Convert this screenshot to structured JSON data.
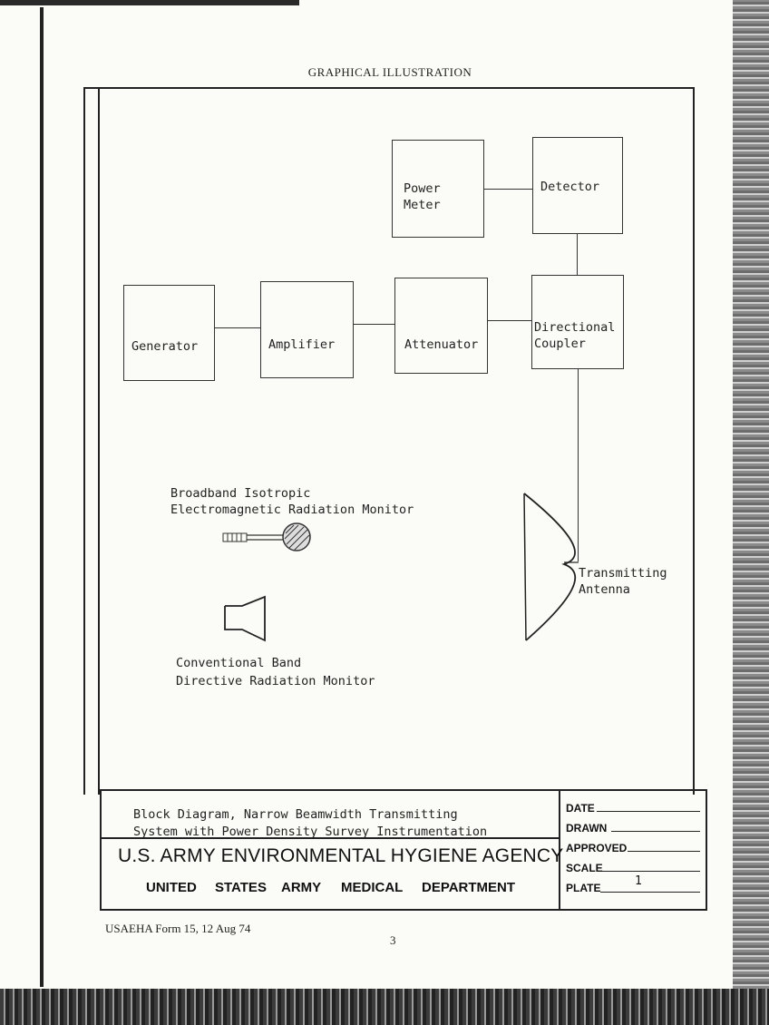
{
  "heading": "GRAPHICAL ILLUSTRATION",
  "blocks": {
    "power_meter": "Power\nMeter",
    "detector": "Detector",
    "generator": "Generator",
    "amplifier": "Amplifier",
    "attenuator": "Attenuator",
    "directional_coupler": "Directional\nCoupler"
  },
  "labels": {
    "isotropic_monitor": "Broadband Isotropic\nElectromagnetic Radiation Monitor",
    "directive_monitor": "Conventional Band\nDirective Radiation Monitor",
    "transmitting_antenna": "Transmitting\nAntenna"
  },
  "title_block": {
    "caption": "Block Diagram, Narrow Beamwidth Transmitting\nSystem with Power Density Survey Instrumentation",
    "agency": "U.S. ARMY ENVIRONMENTAL HYGIENE AGENCY",
    "department": [
      "UNITED",
      "STATES",
      "ARMY",
      "MEDICAL",
      "DEPARTMENT"
    ],
    "fields": {
      "date": "DATE",
      "drawn": "DRAWN",
      "approved": "APPROVED",
      "scale": "SCALE",
      "plate": "PLATE",
      "plate_value": "1"
    }
  },
  "footer": {
    "form_id": "USAEHA Form 15, 12 Aug 74",
    "page_number": "3"
  }
}
